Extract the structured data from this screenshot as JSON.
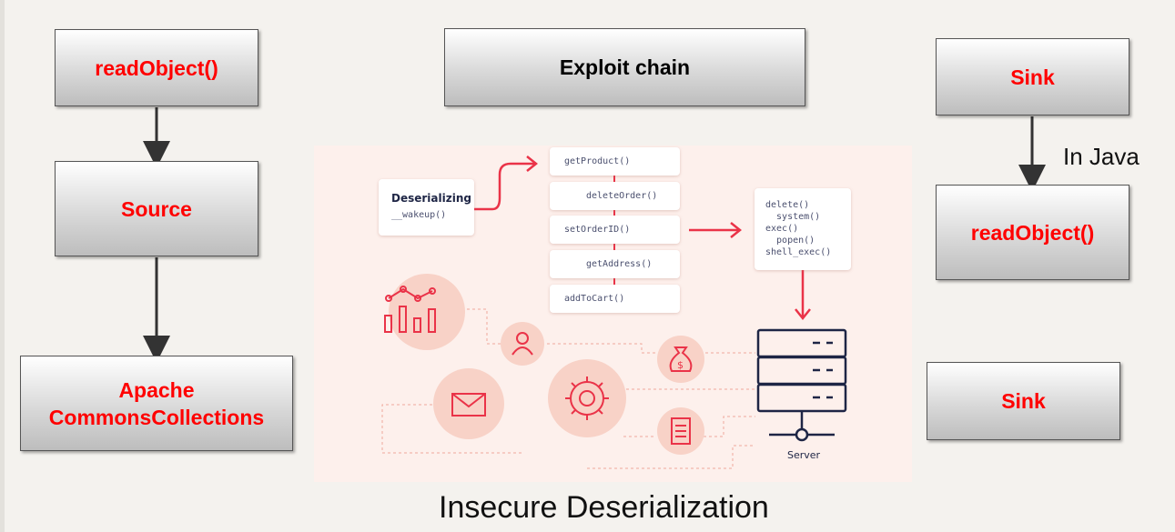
{
  "boxes": {
    "read_object_top": "readObject()",
    "source": "Source",
    "apache_line1": "Apache",
    "apache_line2": "CommonsCollections",
    "exploit_chain": "Exploit chain",
    "sink_top": "Sink",
    "read_object_right": "readObject()",
    "sink_bottom": "Sink"
  },
  "in_java_label": "In Java",
  "caption": "Insecure Deserialization",
  "illustration": {
    "deserializing_title": "Deserializing",
    "wakeup": "__wakeup()",
    "methods": [
      "getProduct()",
      "deleteOrder()",
      "setOrderID()",
      "getAddress()",
      "addToCart()"
    ],
    "calls": [
      "delete()",
      "  system()",
      "exec()",
      "  popen()",
      "shell_exec()"
    ],
    "server_label": "Server",
    "icons": [
      "chart-icon",
      "user-icon",
      "money-bag-icon",
      "mail-icon",
      "gear-icon",
      "document-icon",
      "server-icon"
    ]
  },
  "colors": {
    "box_text_red": "#ff0000",
    "illustration_red": "#ea3348",
    "icon_circle": "#f8d2c7",
    "navy": "#1e2545"
  }
}
